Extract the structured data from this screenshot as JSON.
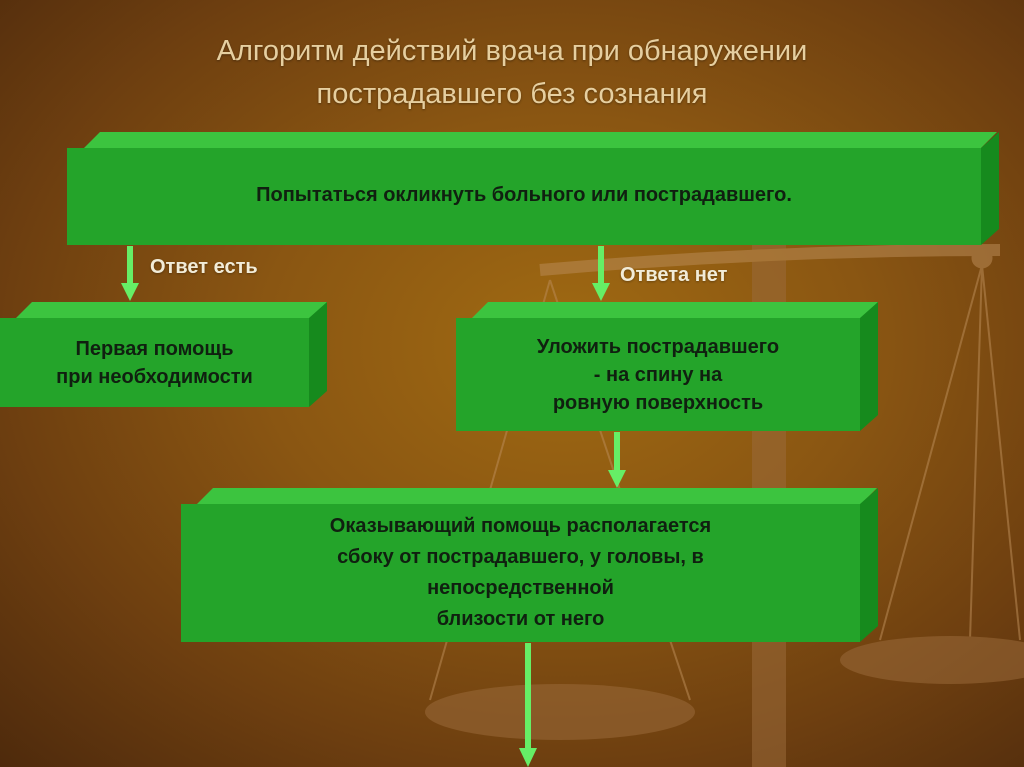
{
  "title": {
    "line1": "Алгоритм действий врача при обнаружении",
    "line2": "пострадавшего без сознания"
  },
  "boxes": {
    "call": "Попытаться окликнуть больного или пострадавшего.",
    "first_aid_line1": "Первая помощь",
    "first_aid_line2": "при необходимости",
    "lay_line1": "Уложить пострадавшего",
    "lay_line2": "- на спину на",
    "lay_line3": "ровную поверхность",
    "position_line1": "Оказывающий помощь располагается",
    "position_line2": "сбоку от пострадавшего, у головы, в",
    "position_line3": "непосредственной",
    "position_line4": "близости от него"
  },
  "labels": {
    "answer_yes": "Ответ есть",
    "answer_no": "Ответа нет"
  },
  "colors": {
    "box": "#24a42a",
    "arrow": "#66ee66",
    "title": "#e6cfa0"
  }
}
